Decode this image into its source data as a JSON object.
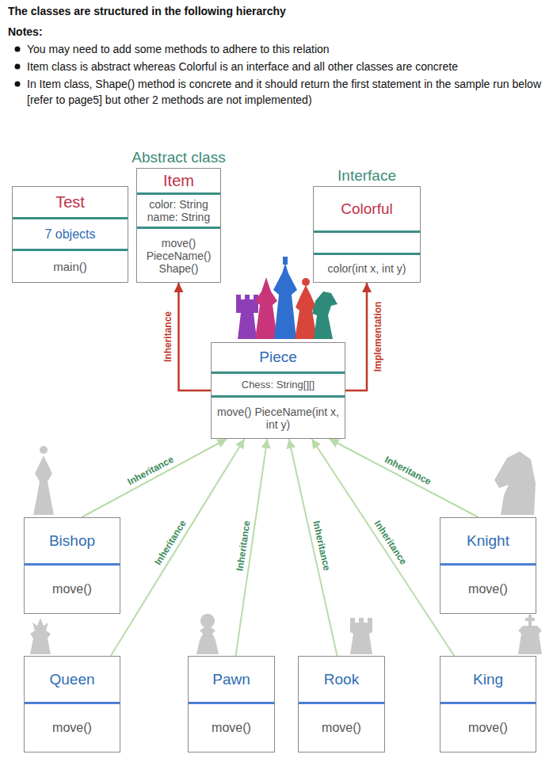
{
  "diagram": {
    "title": "The classes are structured in the following hierarchy",
    "nodes": [
      {
        "text": [
          "Test",
          "7 objects",
          "main()"
        ]
      },
      {
        "text": [
          "Abstract class",
          "Item",
          "color: String name: String",
          "move() PieceName() Shape()"
        ]
      },
      {
        "text": [
          "Interface",
          "Colorful",
          "color(int x, int y)"
        ]
      },
      {
        "text": [
          "Piece",
          "Chess: String[][]",
          "move() PieceName(int x, int y)"
        ]
      },
      {
        "text": [
          "Bishop",
          "move()"
        ]
      },
      {
        "text": [
          "Knight",
          "move()"
        ]
      },
      {
        "text": [
          "Queen",
          "move()"
        ]
      },
      {
        "text": [
          "Pawn",
          "move()"
        ]
      },
      {
        "text": [
          "Rook",
          "move()"
        ]
      },
      {
        "text": [
          "King",
          "move()"
        ]
      }
    ],
    "edges": [
      {
        "from": 3,
        "to": 1,
        "arrow": "to",
        "label": "Inheritance"
      },
      {
        "from": 3,
        "to": 2,
        "arrow": "to",
        "label": "Implementation"
      },
      {
        "from": 4,
        "to": 3,
        "arrow": "to",
        "label": "Inheritance"
      },
      {
        "from": 5,
        "to": 3,
        "arrow": "to",
        "label": "Inheritance"
      },
      {
        "from": 6,
        "to": 3,
        "arrow": "to",
        "label": "Inheritance"
      },
      {
        "from": 7,
        "to": 3,
        "arrow": "to",
        "label": "Inheritance"
      },
      {
        "from": 8,
        "to": 3,
        "arrow": "to",
        "label": "Inheritance"
      },
      {
        "from": 9,
        "to": 3,
        "arrow": "to",
        "label": "Inheritance"
      }
    ],
    "labels": [
      "Notes:",
      "You may need to add some methods to adhere to this relation",
      "Item class is abstract whereas Colorful is an interface and all other classes are concrete",
      "In Item class, Shape() method is concrete and it should return the first statement in the sample run below [refer to page5] but other 2 methods are not implemented)"
    ]
  }
}
